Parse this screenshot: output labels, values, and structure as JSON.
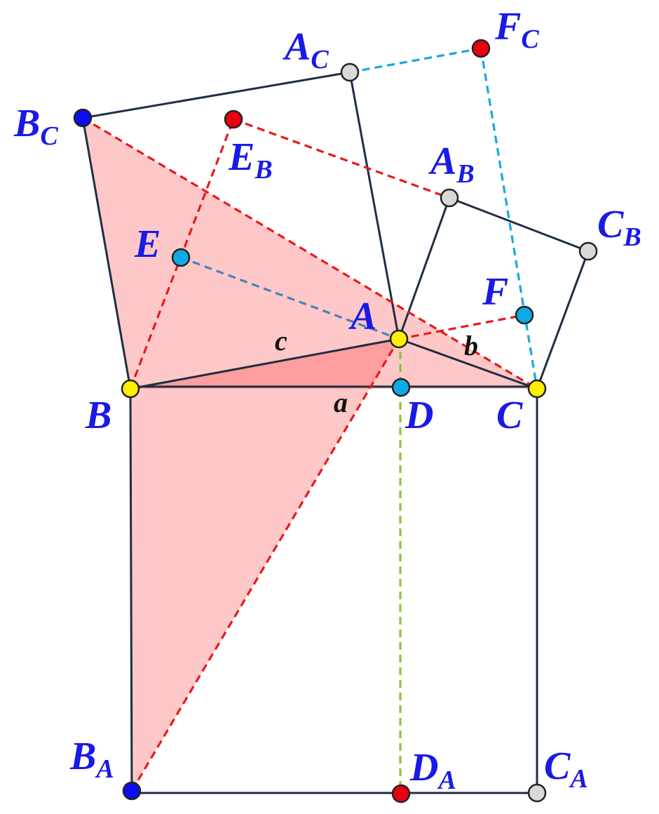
{
  "colors": {
    "solid_line": "#1f2d45",
    "red_dashed": "#e61a1a",
    "cyan_dashed": "#1aa8dc",
    "steel_dashed": "#3f86c0",
    "green_dashed": "#8cc43c",
    "fill_light": "#ffc8c8",
    "fill_dark": "#ff9e9e",
    "label_blue": "#1a1ae6",
    "yellow": "#ffee00",
    "gray": "#d9d9d9",
    "red": "#e8000e",
    "cyan": "#0fa9e6",
    "blue": "#0c0cf0"
  },
  "diagram": {
    "points": [
      {
        "id": "A",
        "label": "A",
        "sub": "",
        "color": "yellow"
      },
      {
        "id": "B",
        "label": "B",
        "sub": "",
        "color": "yellow"
      },
      {
        "id": "C",
        "label": "C",
        "sub": "",
        "color": "yellow"
      },
      {
        "id": "D",
        "label": "D",
        "sub": "",
        "color": "cyan"
      },
      {
        "id": "E",
        "label": "E",
        "sub": "",
        "color": "cyan"
      },
      {
        "id": "F",
        "label": "F",
        "sub": "",
        "color": "cyan"
      },
      {
        "id": "AC",
        "label": "A",
        "sub": "C",
        "color": "gray"
      },
      {
        "id": "FC",
        "label": "F",
        "sub": "C",
        "color": "red"
      },
      {
        "id": "BC",
        "label": "B",
        "sub": "C",
        "color": "blue"
      },
      {
        "id": "EB",
        "label": "E",
        "sub": "B",
        "color": "red"
      },
      {
        "id": "AB",
        "label": "A",
        "sub": "B",
        "color": "gray"
      },
      {
        "id": "CB",
        "label": "C",
        "sub": "B",
        "color": "gray"
      },
      {
        "id": "BA",
        "label": "B",
        "sub": "A",
        "color": "blue"
      },
      {
        "id": "DA",
        "label": "D",
        "sub": "A",
        "color": "red"
      },
      {
        "id": "CA",
        "label": "C",
        "sub": "A",
        "color": "gray"
      }
    ],
    "side_labels": [
      {
        "id": "a",
        "text": "a"
      },
      {
        "id": "b",
        "text": "b"
      },
      {
        "id": "c",
        "text": "c"
      }
    ]
  }
}
